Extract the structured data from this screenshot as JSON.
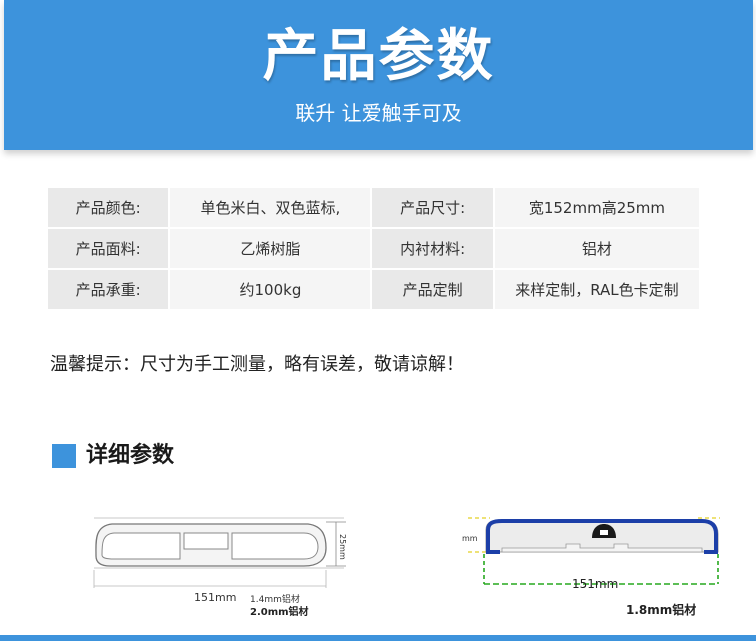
{
  "banner": {
    "title": "产品参数",
    "subtitle": "联升 让爱触手可及"
  },
  "params": {
    "rows": [
      [
        {
          "label": "产品颜色:",
          "value": "单色米白、双色蓝标,"
        },
        {
          "label": "产品尺寸:",
          "value": "宽152mm高25mm"
        }
      ],
      [
        {
          "label": "产品面料:",
          "value": "乙烯树脂"
        },
        {
          "label": "内衬材料:",
          "value": "铝材"
        }
      ],
      [
        {
          "label": "产品承重:",
          "value": "约100kg"
        },
        {
          "label": "产品定制",
          "value": "来样定制，RAL色卡定制"
        }
      ]
    ]
  },
  "tip": "温馨提示：尺寸为手工测量，略有误差，敬请谅解！",
  "section": {
    "title": "详细参数"
  },
  "drawing_left": {
    "width_label": "151mm",
    "height_label": "25mm",
    "note1": "1.4mm铝材",
    "note2": "2.0mm铝材"
  },
  "drawing_right": {
    "width_label": "151mm",
    "side_label": "mm",
    "note": "1.8mm铝材"
  },
  "colors": {
    "accent": "#3d93dc",
    "profile_blue": "#1c3fa8",
    "dim_green": "#27a81f",
    "dim_yellow": "#e8d84a"
  }
}
